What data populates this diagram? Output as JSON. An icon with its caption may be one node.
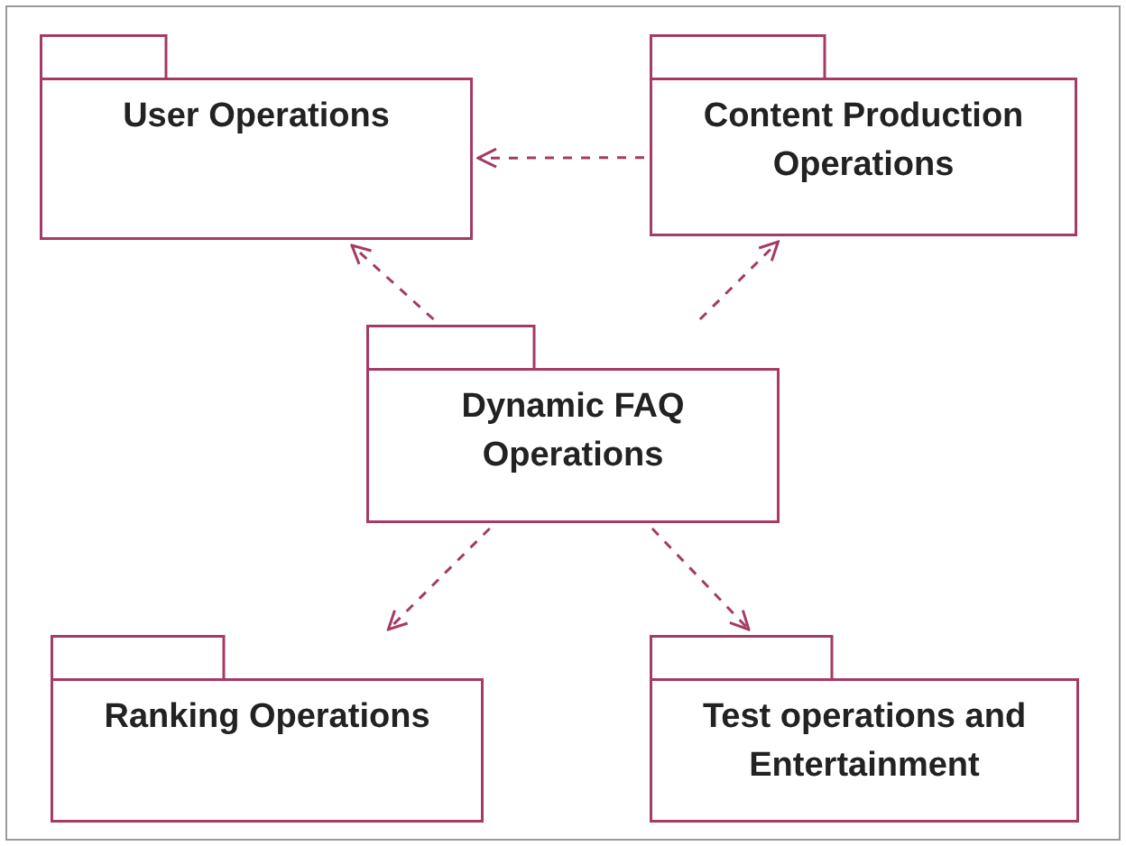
{
  "diagram": {
    "nodes": [
      {
        "text": [
          "User Operations"
        ]
      },
      {
        "text": [
          "Content Production Operations"
        ]
      },
      {
        "text": [
          "Dynamic FAQ Operations"
        ]
      },
      {
        "text": [
          "Ranking Operations"
        ]
      },
      {
        "text": [
          "Test operations and Entertainment"
        ]
      }
    ],
    "edges": [
      {
        "from": 1,
        "to": 0,
        "arrow": "to",
        "style": "dashed"
      },
      {
        "from": 2,
        "to": 0,
        "arrow": "to",
        "style": "dashed"
      },
      {
        "from": 2,
        "to": 1,
        "arrow": "to",
        "style": "dashed"
      },
      {
        "from": 2,
        "to": 3,
        "arrow": "to",
        "style": "dashed"
      },
      {
        "from": 2,
        "to": 4,
        "arrow": "to",
        "style": "dashed"
      }
    ]
  }
}
